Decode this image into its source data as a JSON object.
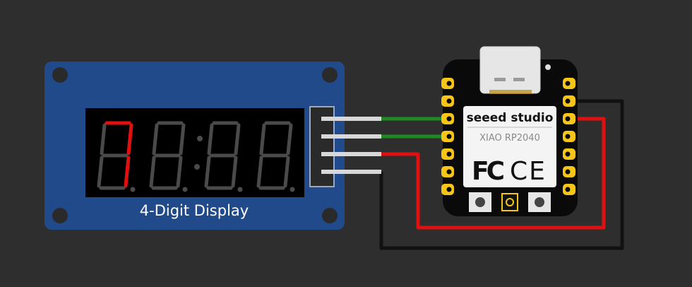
{
  "display_module": {
    "label": "4-Digit Display",
    "board_color": "#214a8a",
    "lit_segment_color": "#e01010",
    "unlit_segment_color": "#4a4a4a",
    "shown_digit": "7"
  },
  "xiao_board": {
    "brand": "seeed studio",
    "model": "XIAO RP2040",
    "cert_fc": "FC",
    "cert_ce": "CE"
  },
  "wires": [
    {
      "name": "wire-clk",
      "color": "#1f8a1f"
    },
    {
      "name": "wire-dio",
      "color": "#1f8a1f"
    },
    {
      "name": "wire-vcc",
      "color": "#e01010"
    },
    {
      "name": "wire-gnd",
      "color": "#111111"
    }
  ],
  "pad_color": "#f5c518"
}
